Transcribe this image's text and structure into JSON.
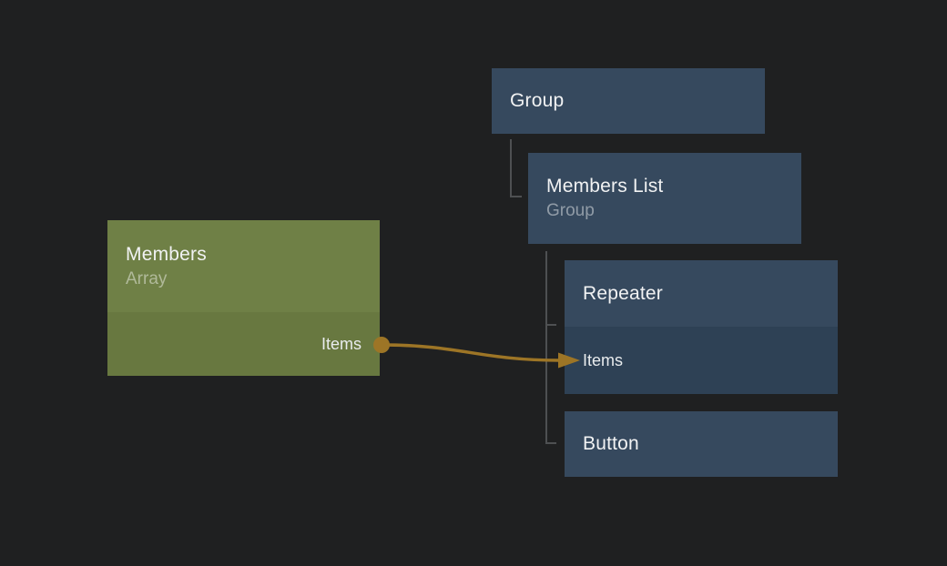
{
  "canvas": {
    "background": "#1f2021",
    "colors": {
      "canvas_bg": "#1f2021",
      "node_blue_header": "#36495e",
      "node_blue_row": "#2e4155",
      "node_green_header": "#6f8046",
      "node_green_row": "#687840",
      "title_text": "#f1f2f3",
      "subtitle_text": "rgba(255,255,255,0.45)",
      "row_label_text": "#e9ecee",
      "connector_gray": "#4e5052",
      "wire_orange": "#9d7526"
    }
  },
  "nodes": {
    "group": {
      "title": "Group"
    },
    "members_list": {
      "title": "Members List",
      "subtitle": "Group"
    },
    "repeater": {
      "title": "Repeater",
      "input_label": "Items"
    },
    "button": {
      "title": "Button"
    },
    "members": {
      "title": "Members",
      "subtitle": "Array",
      "output_label": "Items"
    }
  },
  "connection": {
    "from_node": "Members",
    "from_port": "Items",
    "to_node": "Repeater",
    "to_port": "Items"
  }
}
